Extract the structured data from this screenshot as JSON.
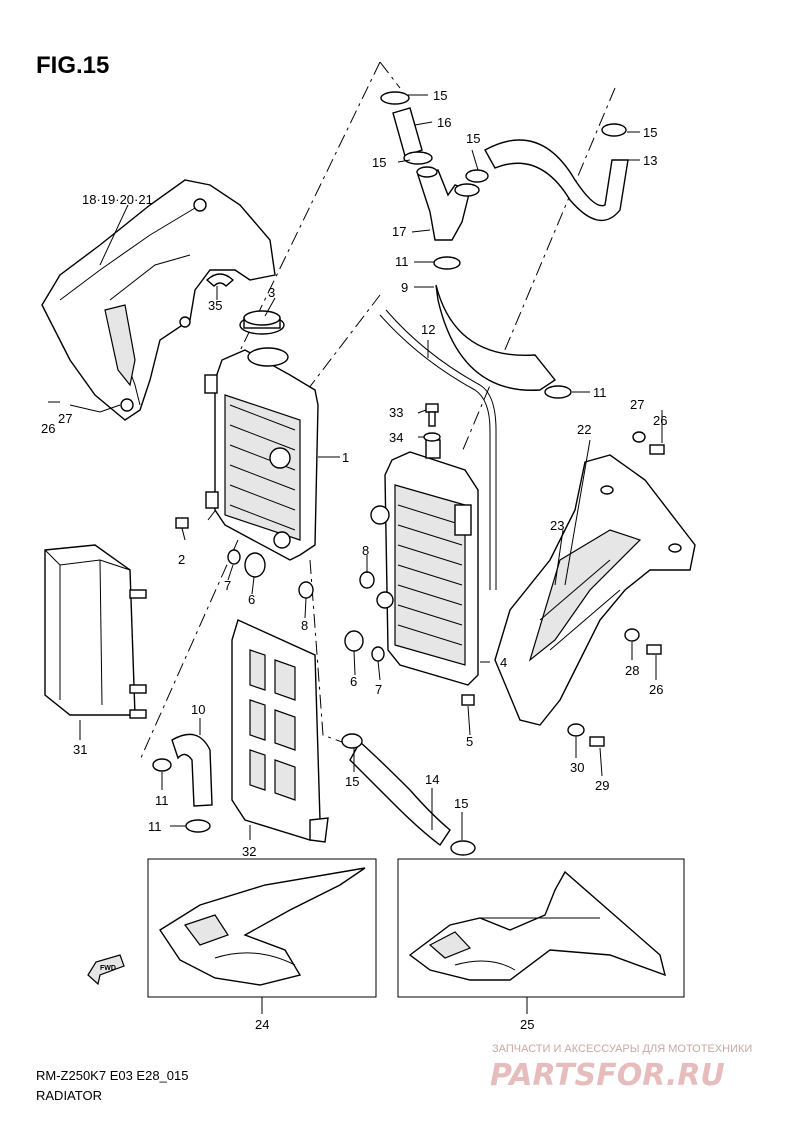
{
  "figure": {
    "title": "FIG.15"
  },
  "footer": {
    "model_code": "RM-Z250K7 E03 E28_015",
    "section_name": "RADIATOR"
  },
  "watermark": {
    "tagline": "ЗАПЧАСТИ И АКСЕССУАРЫ ДЛЯ МОТОТЕХНИКИ",
    "brand": "PARTSFOR.RU"
  },
  "fwd_label": "FWD",
  "labels": {
    "p1": "1",
    "p2": "2",
    "p3": "3",
    "p4": "4",
    "p5": "5",
    "p6a": "6",
    "p6b": "6",
    "p7a": "7",
    "p7b": "7",
    "p8a": "8",
    "p8b": "8",
    "p9": "9",
    "p10": "10",
    "p11a": "11",
    "p11b": "11",
    "p11c": "11",
    "p11d": "11",
    "p12": "12",
    "p13": "13",
    "p14": "14",
    "p15a": "15",
    "p15b": "15",
    "p15c": "15",
    "p15d": "15",
    "p15e": "15",
    "p15f": "15",
    "p16": "16",
    "p17": "17",
    "p18": "18·19·20·21",
    "p22": "22",
    "p23": "23",
    "p24": "24",
    "p25": "25",
    "p26a": "26",
    "p26b": "26",
    "p26c": "26",
    "p27a": "27",
    "p27b": "27",
    "p28": "28",
    "p29": "29",
    "p30": "30",
    "p31": "31",
    "p32": "32",
    "p33": "33",
    "p34": "34",
    "p35": "35"
  }
}
